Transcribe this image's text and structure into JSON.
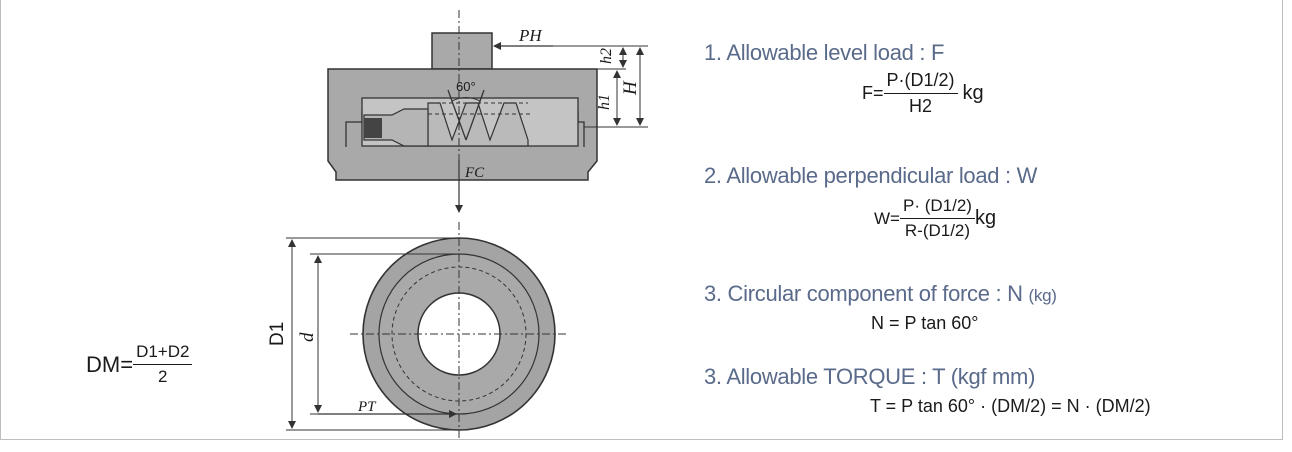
{
  "diagram": {
    "labels": {
      "ph": "PH",
      "h2": "h2",
      "h1": "h1",
      "H": "H",
      "angle": "60°",
      "fc": "FC",
      "d1": "D1",
      "d": "d",
      "pt": "PT"
    }
  },
  "dm_formula": {
    "lhs": "DM=",
    "numerator": "D1+D2",
    "denominator": "2"
  },
  "sections": [
    {
      "heading": "1. Allowable level load : F",
      "formula": {
        "lhs": "F=",
        "numerator": "P·(D1/2)",
        "denominator": "H2",
        "unit": "kg"
      }
    },
    {
      "heading": "2. Allowable perpendicular load : W",
      "formula": {
        "lhs": "W=",
        "numerator": "P· (D1/2)",
        "denominator": "R-(D1/2)",
        "unit": "kg"
      }
    },
    {
      "heading": "3. Circular component of force : N",
      "heading_unit": "(kg)",
      "formula_text": "N = P tan 60°"
    },
    {
      "heading": "3. Allowable TORQUE : T (kgf mm)",
      "formula_text": "T = P tan 60° · (DM/2) = N · (DM/2)"
    }
  ]
}
